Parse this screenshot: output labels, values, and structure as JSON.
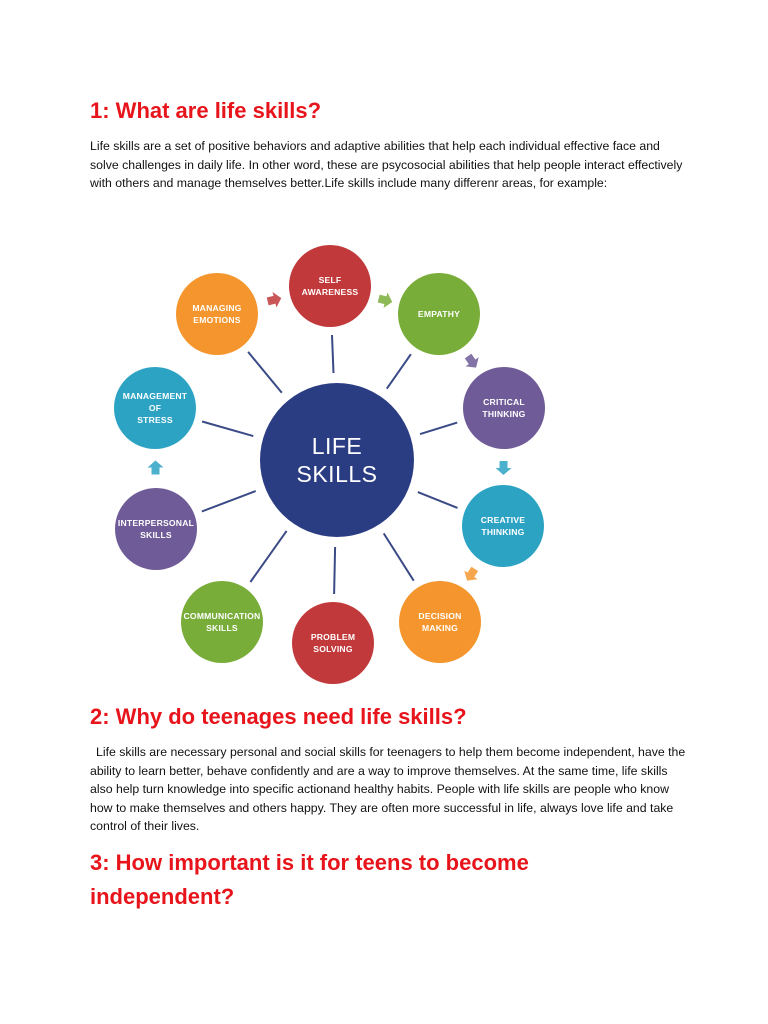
{
  "section1": {
    "heading": "1: What are life skills?",
    "body": "Life skills are a set of positive behaviors and adaptive abilities that help each individual effective face and solve challenges in daily life. In other word, these are psycosocial abilities that help people interact effectively with others and manage themselves better.Life skills include many differenr areas, for example:"
  },
  "diagram": {
    "center": [
      "LIFE",
      "SKILLS"
    ],
    "nodes": [
      {
        "lines": [
          "SELF",
          "AWARENESS"
        ],
        "color": "#c1393b"
      },
      {
        "lines": [
          "EMPATHY"
        ],
        "color": "#79ad3a"
      },
      {
        "lines": [
          "CRITICAL",
          "THINKING"
        ],
        "color": "#6e5b97"
      },
      {
        "lines": [
          "CREATIVE",
          "THINKING"
        ],
        "color": "#2da3c4"
      },
      {
        "lines": [
          "DECISION",
          "MAKING"
        ],
        "color": "#f4962d"
      },
      {
        "lines": [
          "PROBLEM",
          "SOLVING"
        ],
        "color": "#c1393b"
      },
      {
        "lines": [
          "COMMUNICATION",
          "SKILLS"
        ],
        "color": "#79ad3a"
      },
      {
        "lines": [
          "INTERPERSONAL",
          "SKILLS"
        ],
        "color": "#6e5b97"
      },
      {
        "lines": [
          "MANAGEMENT",
          "OF",
          "STRESS"
        ],
        "color": "#2da3c4"
      },
      {
        "lines": [
          "MANAGING",
          "EMOTIONS"
        ],
        "color": "#f4962d"
      }
    ],
    "center_color": "#2b3d82",
    "spoke_color": "#3a4a86"
  },
  "section2": {
    "heading": "2: Why do teenages need life skills?",
    "body": "Life skills are necessary personal and social skills for teenagers to help them become independent, have the ability to learn better, behave confidently and are a way to improve themselves. At the same time, life skills also help turn knowledge into specific actionand healthy habits. People with life skills are people who know how to make themselves and others happy. They are often more successful in life, always love life and take control of their lives."
  },
  "section3": {
    "heading": "3: How important is it for teens to become independent?"
  }
}
